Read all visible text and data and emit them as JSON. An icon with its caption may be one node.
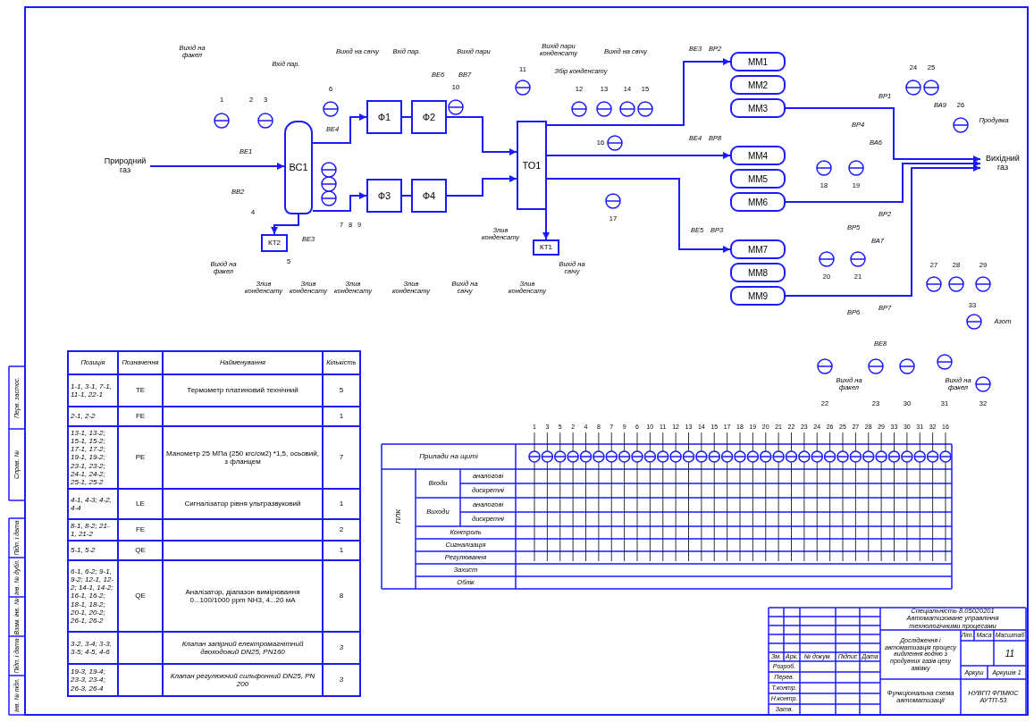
{
  "diagram": {
    "nodes": [
      {
        "text": [
          "Природний газ"
        ]
      },
      {
        "text": [
          "ВС1"
        ]
      },
      {
        "text": [
          "Ф1"
        ]
      },
      {
        "text": [
          "Ф2"
        ]
      },
      {
        "text": [
          "Ф3"
        ]
      },
      {
        "text": [
          "Ф4"
        ]
      },
      {
        "text": [
          "ТО1"
        ]
      },
      {
        "text": [
          "КТ1"
        ]
      },
      {
        "text": [
          "КТ2"
        ]
      },
      {
        "text": [
          "ММ1"
        ]
      },
      {
        "text": [
          "ММ2"
        ]
      },
      {
        "text": [
          "ММ3"
        ]
      },
      {
        "text": [
          "ММ4"
        ]
      },
      {
        "text": [
          "ММ5"
        ]
      },
      {
        "text": [
          "ММ6"
        ]
      },
      {
        "text": [
          "ММ7"
        ]
      },
      {
        "text": [
          "ММ8"
        ]
      },
      {
        "text": [
          "ММ9"
        ]
      },
      {
        "text": [
          "Вихідний газ"
        ]
      }
    ],
    "edges": [
      {
        "from": 0,
        "to": 1,
        "arrow": "to"
      },
      {
        "from": 1,
        "to": 2,
        "arrow": "to"
      },
      {
        "from": 1,
        "to": 4,
        "arrow": "to"
      },
      {
        "from": 3,
        "to": 6,
        "arrow": "to"
      },
      {
        "from": 5,
        "to": 6,
        "arrow": "to"
      },
      {
        "from": 1,
        "to": 8,
        "arrow": "to"
      },
      {
        "from": 6,
        "to": 7,
        "arrow": "to"
      },
      {
        "from": 6,
        "to": 9,
        "arrow": "to"
      },
      {
        "from": 6,
        "to": 12,
        "arrow": "to"
      },
      {
        "from": 6,
        "to": 15,
        "arrow": "to"
      },
      {
        "from": 11,
        "to": 18,
        "arrow": "to"
      },
      {
        "from": 14,
        "to": 18,
        "arrow": "to"
      },
      {
        "from": 17,
        "to": 18,
        "arrow": "to"
      },
      {
        "from": 2,
        "to": 3,
        "arrow": "none"
      },
      {
        "from": 4,
        "to": 5,
        "arrow": "none"
      }
    ],
    "labels": [
      "Вихід на факел",
      "Вхід пар.",
      "Вихід на свічу",
      "Вхід пар.",
      "Вихід пари",
      "Вихід пари конденсату",
      "Вихід на свічу",
      "ВЕ6",
      "ВВ7",
      "Збір конденсату",
      "ВЕ1",
      "ВВ2",
      "ВЕ4",
      "ВЕ3",
      "ВЕ3",
      "ВР2",
      "ВЕ4",
      "ВР8",
      "ВЕ5",
      "ВР3",
      "ВР1",
      "ВР4",
      "ВА6",
      "ВА9",
      "Продувка",
      "ВР2",
      "ВР5",
      "ВА7",
      "ВР7",
      "ВР6",
      "ВЕ8",
      "Азот",
      "Вихід на факел",
      "Злив конденсату",
      "Злив конденсату",
      "Злив конденсату",
      "Злив конденсату",
      "Вихід на свічу",
      "Злив конденсату",
      "Злив конденсату",
      "Вихід на свічу",
      "Вихід на факел",
      "Вихід на факел",
      "1",
      "2",
      "3",
      "4",
      "5",
      "6",
      "7",
      "8",
      "9",
      "10",
      "11",
      "12",
      "13",
      "14",
      "15",
      "16",
      "17",
      "18",
      "19",
      "20",
      "21",
      "22",
      "23",
      "24",
      "25",
      "26",
      "27",
      "28",
      "29",
      "30",
      "31",
      "32",
      "33",
      "1",
      "3",
      "5",
      "2",
      "4",
      "8",
      "7",
      "9",
      "6",
      "10",
      "11",
      "12",
      "13",
      "14",
      "15",
      "17",
      "18",
      "19",
      "20",
      "21",
      "22",
      "23",
      "24",
      "26",
      "25",
      "27",
      "28",
      "29",
      "33",
      "30",
      "31",
      "32",
      "16",
      "Прилади на щиті",
      "ПЛК",
      "Входи",
      "аналогові",
      "дискретні",
      "Виходи",
      "аналогові",
      "дискретні",
      "Контроль",
      "Сигналізація",
      "Регулювання",
      "Захист",
      "Облік",
      "Позиція",
      "Позначення",
      "Найменування",
      "Кількість",
      "1-1, 3-1, 7-1, 11-1, 22-1",
      "ТЕ",
      "Термометр платиновий технічний",
      "5",
      "2-1, 2-2",
      "FE",
      "1",
      "13-1, 13-2; 15-1, 15-2; 17-1, 17-2; 19-1, 19-2; 23-1, 23-2; 24-1, 24-2; 25-1, 25-2",
      "PE",
      "Манометр 25 МПа (250 кгс/см2) *1,5, осьовий, з фланцем",
      "7",
      "4-1, 4-3; 4-2, 4-4",
      "LE",
      "Сигналізатор рівня ультразвуковий",
      "1",
      "8-1, 8-2; 21-1, 21-2",
      "FE",
      "2",
      "5-1, 5-2",
      "QE",
      "1",
      "6-1, 6-2; 9-1, 9-2; 12-1, 12-2; 14-1, 14-2; 16-1, 16-2; 18-1, 18-2; 20-1, 20-2; 26-1, 26-2",
      "QE",
      "Аналізатор, діапазон вимірювання 0...100/1000 ppm NH3, 4...20 мА",
      "8",
      "3-2, 3-4; 3-3, 3-5; 4-5, 4-6",
      "Клапан запірний електромагнітний двоходовий DN25, PN160",
      "3",
      "19-3, 19-4; 23-3, 23-4; 26-3, 26-4",
      "Клапан регулюючий сильфонний DN25, PN 200",
      "3",
      "Спеціальність 8.05020201 Автоматизоване управління технологічними процесами",
      "Зм.",
      "Арк.",
      "№ докум.",
      "Підпис",
      "Дата",
      "Розроб.",
      "Перев.",
      "Т.контр.",
      "Н.контр.",
      "Затв.",
      "Дослідження і автоматизація процесу виділення водню з продувних газів цеху аміаку",
      "Літ.",
      "Маса",
      "Масштаб",
      "11",
      "Аркуш",
      "Аркушів 1",
      "Функціональна схема автоматизації",
      "НУВГП ФПМКІС АУТП-53",
      "Перв. застос.",
      "Справ. №",
      "Підп. і дата",
      "Інв. № дубл.",
      "Взам. інв. №",
      "Підп. і дата",
      "Інв. № підл."
    ]
  }
}
